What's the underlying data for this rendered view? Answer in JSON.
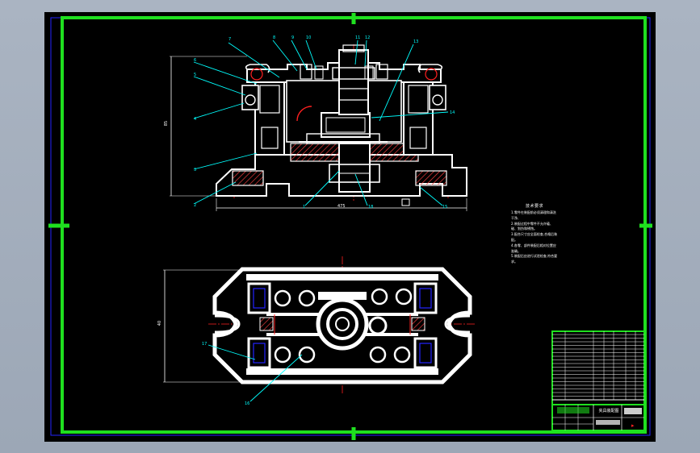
{
  "drawing": {
    "technical_requirements_title": "技术要求",
    "technical_requirements_lines": [
      "1.零件在装配前必须清理和清洗干净,",
      "2.装配过程中零件不允许磕、碰、划伤和锈蚀。",
      "3.配合尺寸应全面检查,合格后装配。",
      "4.各零、部件装配后相对位置应准确。",
      "5.装配后应进行试验检查,符合要求。"
    ],
    "front_view_balloons": [
      "7",
      "8",
      "9",
      "10",
      "11",
      "12",
      "13",
      "6",
      "5",
      "4",
      "14",
      "3",
      "2",
      "1",
      "18",
      "15"
    ],
    "top_view_balloons": [
      "17",
      "16"
    ],
    "dimension_labels": {
      "overall_width": "475",
      "overall_height": "85",
      "plan_height": "40"
    },
    "title_block_caption": "夹具装配图"
  },
  "colors": {
    "sheet_border": "#1fe01f",
    "inner_border": "#2323ff",
    "outline": "#ffffff",
    "leader": "#00ffff",
    "centerline": "#ff2020",
    "hatch": "#ff4040",
    "viewport": "#000000",
    "window_bg": "#a2adbb"
  }
}
